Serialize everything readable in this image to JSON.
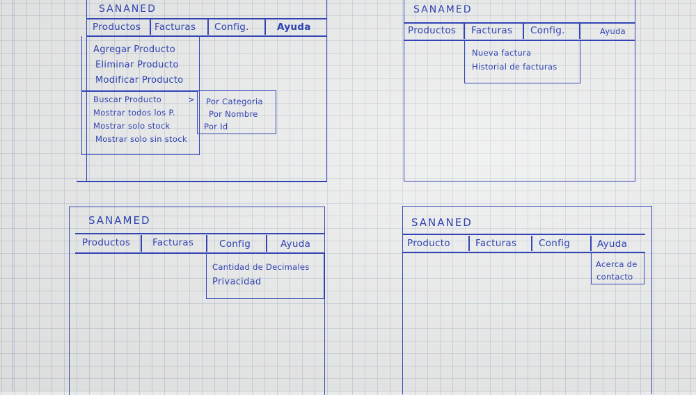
{
  "sketches": [
    {
      "app_title": "SANANED",
      "menu": [
        "Productos",
        "Facturas",
        "Config.",
        "Ayuda"
      ],
      "dropdown": [
        "Agregar Producto",
        "Eliminar Producto",
        "Modificar Producto"
      ],
      "dropdown2": [
        "Buscar Producto",
        "Mostrar todos los P.",
        "Mostrar solo stock",
        "Mostrar solo sin stock"
      ],
      "submenu_arrow": ">",
      "submenu": [
        "Por Categoria",
        "Por Nombre",
        "Por Id"
      ]
    },
    {
      "app_title": "SANAMED",
      "menu": [
        "Productos",
        "Facturas",
        "Config.",
        "Ayuda"
      ],
      "dropdown": [
        "Nueva factura",
        "Historial de facturas"
      ]
    },
    {
      "app_title": "SANAMED",
      "menu": [
        "Productos",
        "Facturas",
        "Config",
        "Ayuda"
      ],
      "dropdown": [
        "Cantidad de Decimales",
        "Privacidad"
      ]
    },
    {
      "app_title": "SANANED",
      "menu": [
        "Producto",
        "Facturas",
        "Config",
        "Ayuda"
      ],
      "dropdown": [
        "Acerca de",
        "contacto"
      ]
    }
  ]
}
